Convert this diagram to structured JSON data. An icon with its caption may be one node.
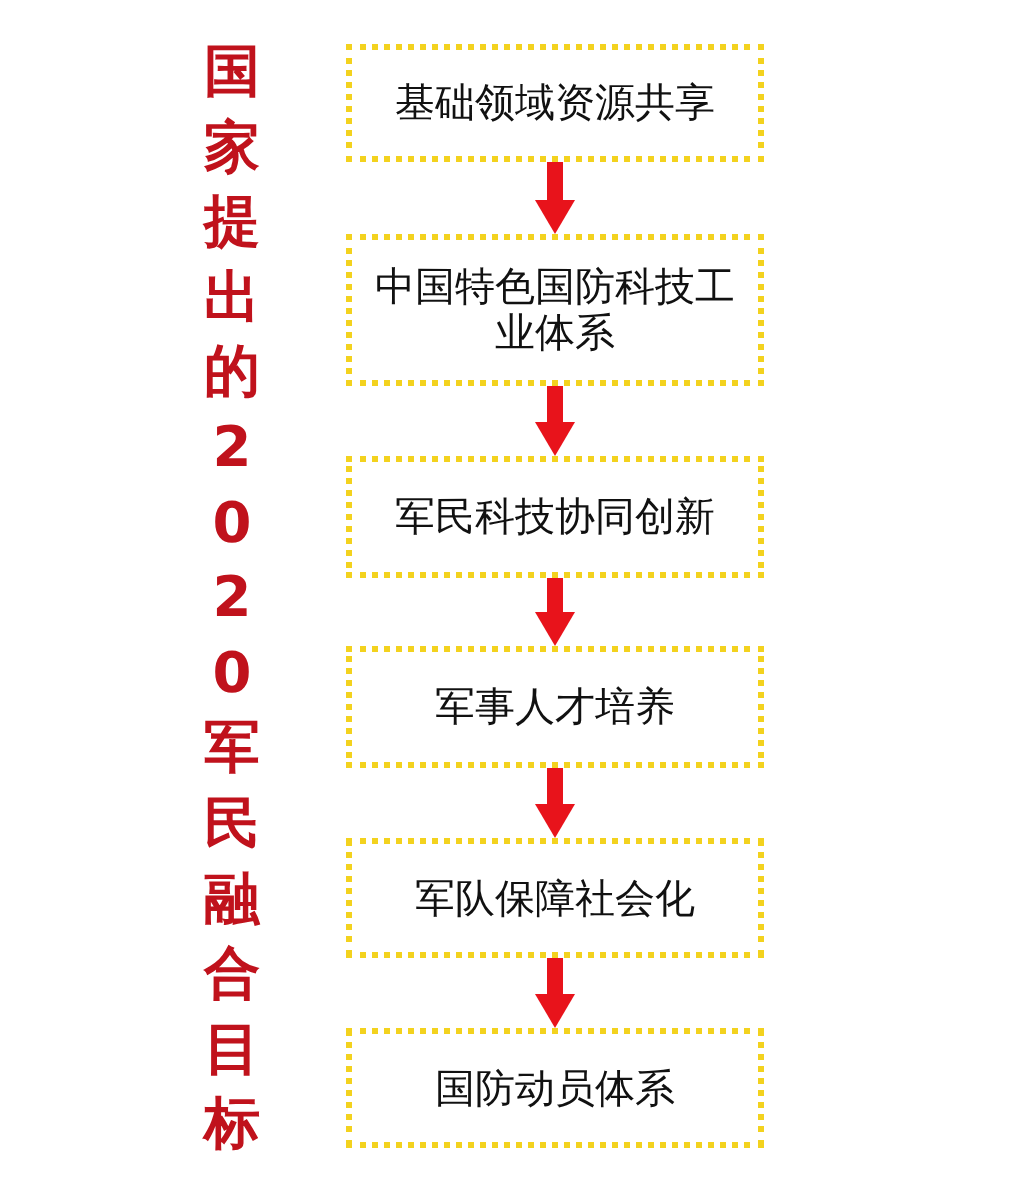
{
  "diagram": {
    "title": "国家提出的2020军民融合目标",
    "nodes": [
      {
        "text": [
          "基础领域资源共享"
        ]
      },
      {
        "text": [
          "中国特色国防科技工业体系"
        ]
      },
      {
        "text": [
          "军民科技协同创新"
        ]
      },
      {
        "text": [
          "军事人才培养"
        ]
      },
      {
        "text": [
          "军队保障社会化"
        ]
      },
      {
        "text": [
          "国防动员体系"
        ]
      }
    ],
    "edges": [
      {
        "from": 0,
        "to": 1,
        "arrow": "to"
      },
      {
        "from": 1,
        "to": 2,
        "arrow": "to"
      },
      {
        "from": 2,
        "to": 3,
        "arrow": "to"
      },
      {
        "from": 3,
        "to": 4,
        "arrow": "to"
      },
      {
        "from": 4,
        "to": 5,
        "arrow": "to"
      }
    ]
  }
}
